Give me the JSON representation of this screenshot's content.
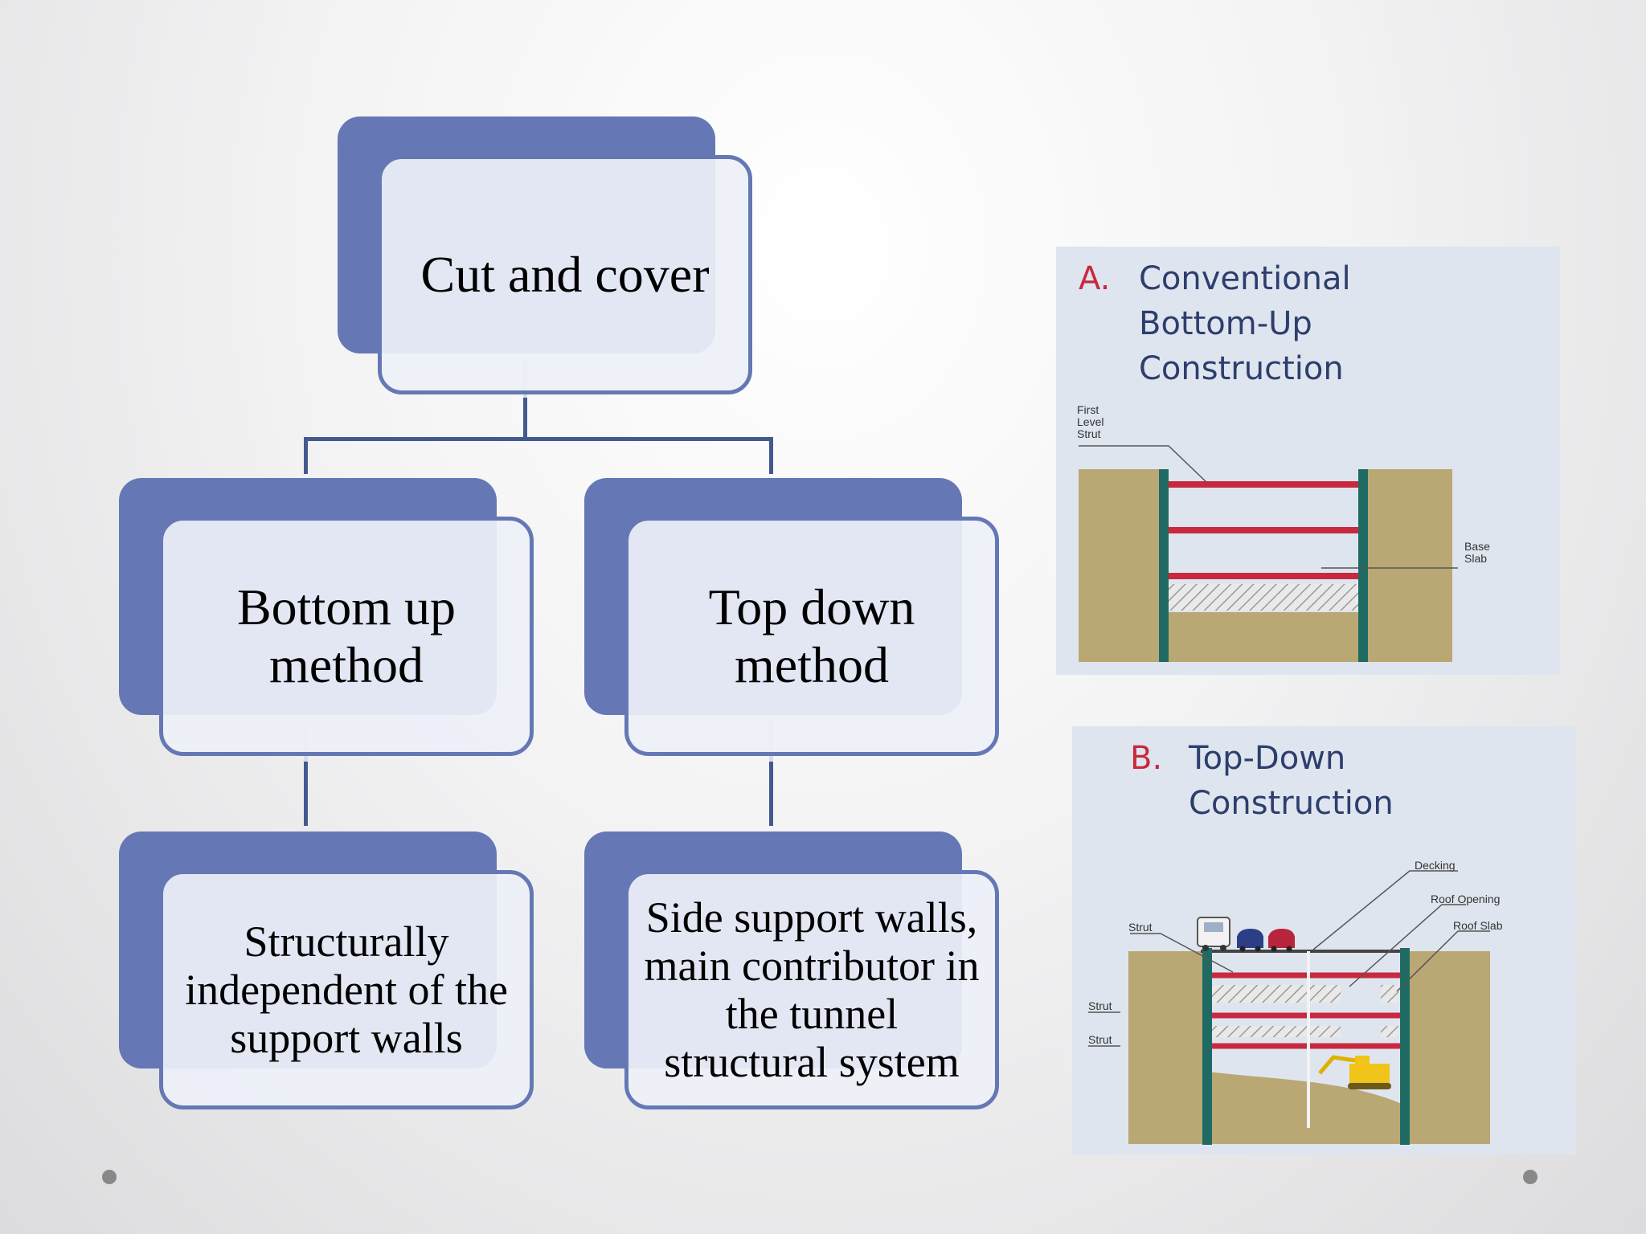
{
  "diagram": {
    "root": {
      "text": "Cut and cover"
    },
    "methods": [
      {
        "text": "Bottom up method",
        "detail": "Structurally independent of the support walls"
      },
      {
        "text": "Top down method",
        "detail": "Side support walls, main contributor in the tunnel structural system"
      }
    ]
  },
  "figure_a": {
    "letter": "A.",
    "title_lines": [
      "Conventional",
      "Bottom-Up",
      "Construction"
    ],
    "labels": {
      "first_level_strut": [
        "First",
        "Level",
        "Strut"
      ],
      "base_slab": [
        "Base",
        "Slab"
      ]
    }
  },
  "figure_b": {
    "letter": "B.",
    "title_lines": [
      "Top-Down",
      "Construction"
    ],
    "labels": {
      "decking": "Decking",
      "roof_opening": "Roof Opening",
      "roof_slab": "Roof Slab",
      "strut_top": "Strut",
      "strut_mid": "Strut",
      "strut_low": "Strut"
    }
  },
  "colors": {
    "accent": "#6578b5",
    "connector": "#44598f",
    "strut": "#c8293f",
    "wall": "#1f6b63",
    "soil": "#b9a874",
    "panel": "#dfe5ee"
  }
}
